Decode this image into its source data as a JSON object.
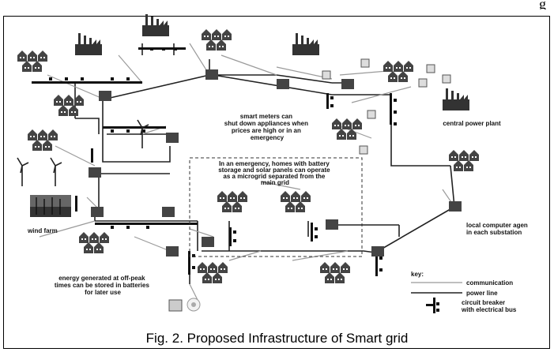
{
  "header_fragment": "g",
  "caption": "Fig. 2. Proposed Infrastructure of Smart grid",
  "labels": {
    "smart_meters": [
      "smart meters can",
      "shut down appliances when",
      "prices are high or in an",
      "emergency"
    ],
    "central_plant": [
      "central power plant"
    ],
    "microgrid": [
      "In an emergency, homes with battery",
      "storage and solar panels can operate",
      "as a microgrid separated from the",
      "main grid"
    ],
    "wind_farm": [
      "wind farm"
    ],
    "local_computer": [
      "local computer agen",
      "in each substation"
    ],
    "energy_storage": [
      "energy generated at off-peak",
      "times can be stored in batteries",
      "for later use"
    ]
  },
  "legend": {
    "title": "key:",
    "communication": "communication",
    "power_line": "power line",
    "breaker": [
      "circuit breaker",
      "with electrical bus"
    ]
  },
  "colors": {
    "ink": "#111111",
    "line": "#222222",
    "comm": "#999999",
    "node": "#444444"
  }
}
